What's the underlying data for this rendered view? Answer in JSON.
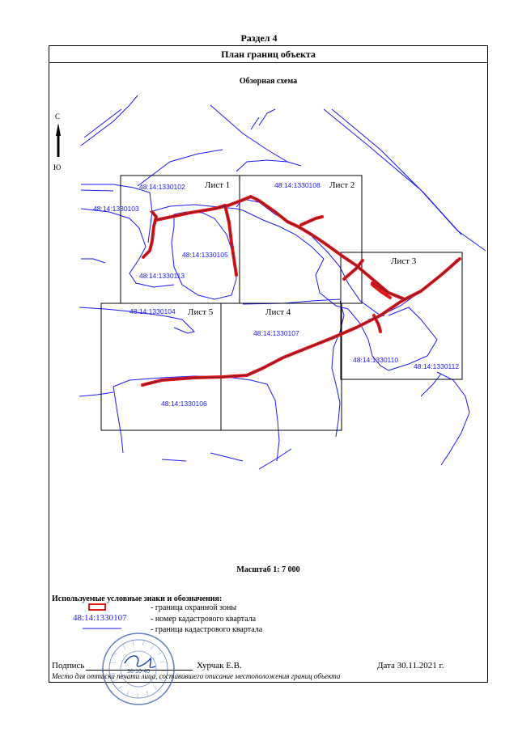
{
  "header": {
    "section": "Раздел 4",
    "plan_title": "План границ объекта",
    "subtitle": "Обзорная схема"
  },
  "compass": {
    "north": "С",
    "south": "Ю"
  },
  "sheets": [
    "Лист 1",
    "Лист 2",
    "Лист 3",
    "Лист 4",
    "Лист 5"
  ],
  "quarters": [
    "48:14:1330102",
    "48:14:1330103",
    "48:14:1330105",
    "48:14:1330113",
    "48:14:1330108",
    "48:14:1330104",
    "48:14:1330107",
    "48:14:1330110",
    "48:14:1330112",
    "48:14:1330106"
  ],
  "scale": "Масштаб 1: 7 000",
  "legend": {
    "title": "Используемые условные знаки и обозначения:",
    "zone_label": "- граница  охранной зоны",
    "quarter_number_sample": "48:14:1330107",
    "quarter_number_label": "- номер кадастрового квартала",
    "quarter_border_label": "- граница кадастрового квартала"
  },
  "colors": {
    "zone_border": "#e01a1a",
    "quarter_border": "#1a1aff",
    "quarter_text": "#1a1aff",
    "stamp": "#3a5fb0"
  },
  "signature": {
    "label": "Подпись",
    "name": "Хурчак Е.В.",
    "date": "Дата 30.11.2021 г.",
    "note": "Место для оттиска печати лица, составившего описание местоположения границ объекта"
  },
  "stamp": {
    "center_number": "36-10-40"
  }
}
